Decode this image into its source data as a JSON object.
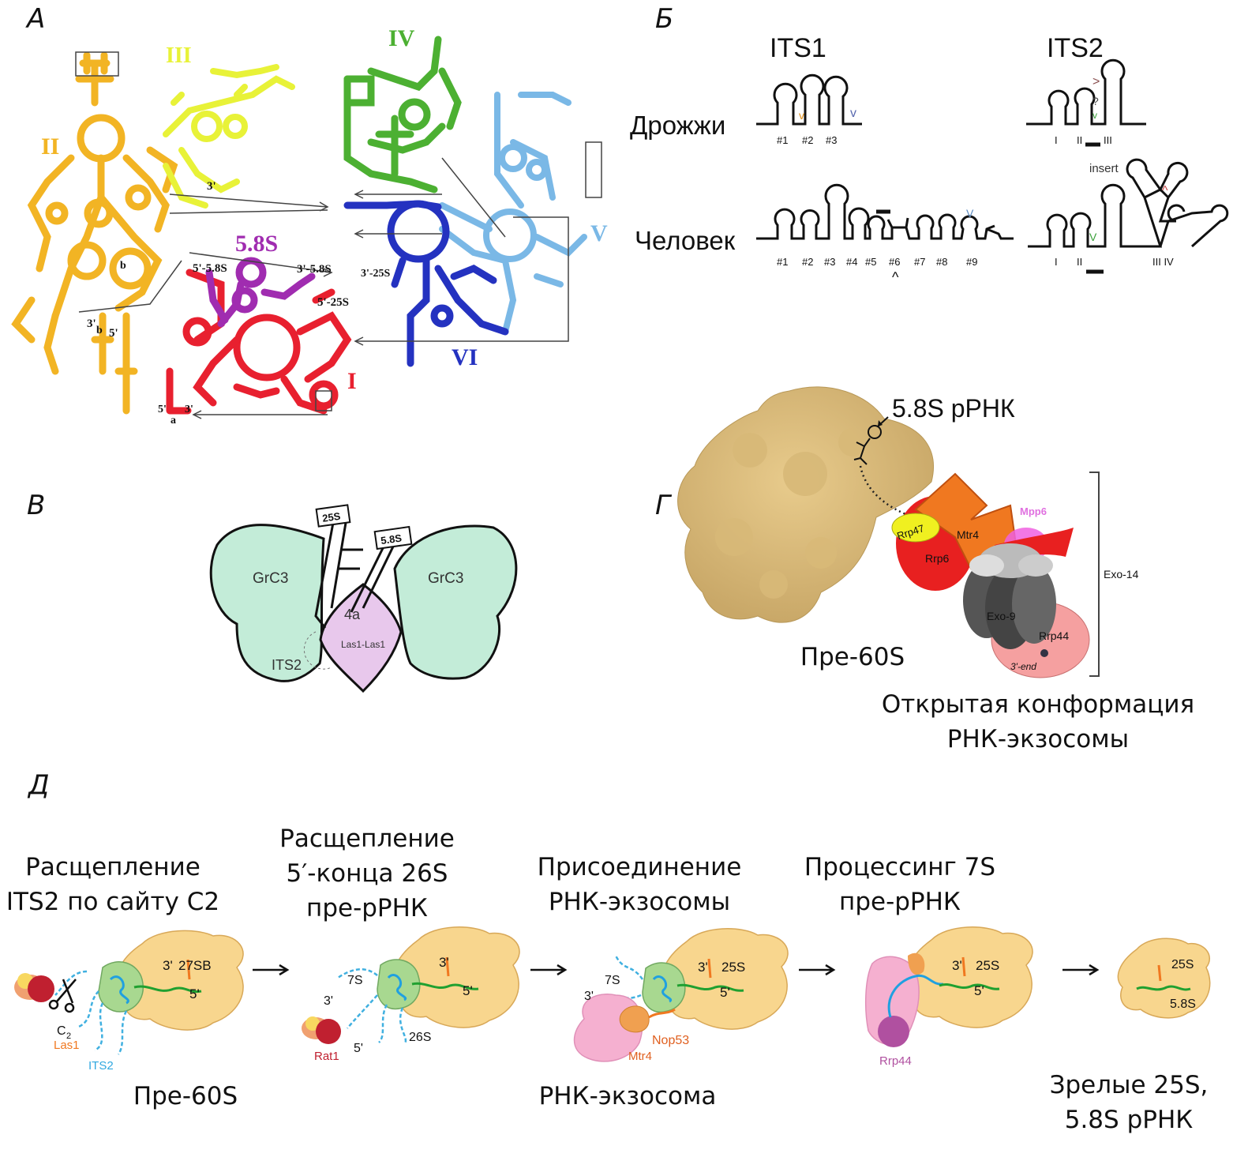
{
  "panel_labels": {
    "a": "А",
    "b": "Б",
    "v": "В",
    "g": "Г",
    "d": "Д"
  },
  "panel_a": {
    "domains": {
      "I": "I",
      "II": "II",
      "III": "III",
      "IV": "IV",
      "V": "V",
      "VI": "VI"
    },
    "rna_58s": "5.8S",
    "labels": {
      "five_58s": "5'-5.8S",
      "three_58s": "3'-5.8S",
      "five_25s": "5'-25S",
      "three_25s": "3'-25S",
      "three": "3'",
      "five": "5'",
      "b": "b",
      "a": "a"
    },
    "colors": {
      "I": "#e8202f",
      "II": "#f2b424",
      "III": "#e8f238",
      "IV": "#4cb032",
      "V": "#7ab8e6",
      "VI": "#2432c0",
      "rna58s": "#a02cb0"
    }
  },
  "panel_b": {
    "its1": "ITS1",
    "its2": "ITS2",
    "yeast": "Дрожжи",
    "human": "Человек",
    "yeast_its1_ticks": [
      "#1",
      "#2",
      "#3"
    ],
    "human_its1_ticks": [
      "#1",
      "#2",
      "#3",
      "#4",
      "#5",
      "#6",
      "#7",
      "#8",
      "#9"
    ],
    "yeast_its2_ticks": [
      "I",
      "II",
      "III"
    ],
    "human_its2_ticks": [
      "I",
      "II",
      "III IV"
    ],
    "insert": "insert",
    "marks": {
      "v": "v",
      "V": "V",
      "caret": "^",
      "gt": ">",
      "q": "?"
    }
  },
  "panel_v": {
    "grc3_left": "GrC3",
    "grc3_right": "GrC3",
    "its2": "ITS2",
    "box_25s": "25S",
    "box_58s": "5.8S",
    "center_top": "4a",
    "center_bottom": "Las1-Las1"
  },
  "panel_g": {
    "title": "5.8S рРНК",
    "pre60s": "Пре-60S",
    "proteins": {
      "rrp47": "Rrp47",
      "rrp6": "Rrp6",
      "mtr4": "Mtr4",
      "mpp6": "Mpp6",
      "exo9": "Exo-9",
      "rrp44": "Rrp44"
    },
    "three_end": "3'-end",
    "exo14": "Exo-14",
    "caption_line1": "Открытая конформация",
    "caption_line2": "РНК-экзосомы"
  },
  "panel_d": {
    "steps": [
      {
        "title": [
          "Расщепление",
          "ITS2 по сайту С2"
        ]
      },
      {
        "title": [
          "Расщепление",
          "5′-конца 26S",
          "пре-рРНК"
        ]
      },
      {
        "title": [
          "Присоединение",
          "РНК-экзосомы"
        ]
      },
      {
        "title": [
          "Процессинг 7S",
          "пре-рРНК"
        ]
      }
    ],
    "bottom": {
      "pre60s": "Пре-60S",
      "exosome": "РНК-экзосома",
      "mature_line1": "Зрелые 25S,",
      "mature_line2": "5.8S рРНК"
    },
    "inner": {
      "s1": {
        "three": "3'",
        "rna": "27SB",
        "five": "5'",
        "c2": "C",
        "c2sub": "2",
        "las1": "Las1",
        "its2": "ITS2"
      },
      "s2": {
        "seven": "7S",
        "three_a": "3'",
        "three_b": "3'",
        "five_a": "5'",
        "five_b": "5'",
        "rna26": "26S",
        "rat1": "Rat1"
      },
      "s3": {
        "seven": "7S",
        "three_a": "3'",
        "three_b": "3'",
        "rna25": "25S",
        "five": "5'",
        "nop53": "Nop53",
        "mtr4": "Mtr4"
      },
      "s4": {
        "three": "3'",
        "rna25": "25S",
        "five": "5'",
        "rrp44": "Rrp44"
      },
      "s5": {
        "rna25": "25S",
        "rna58": "5.8S"
      }
    }
  }
}
